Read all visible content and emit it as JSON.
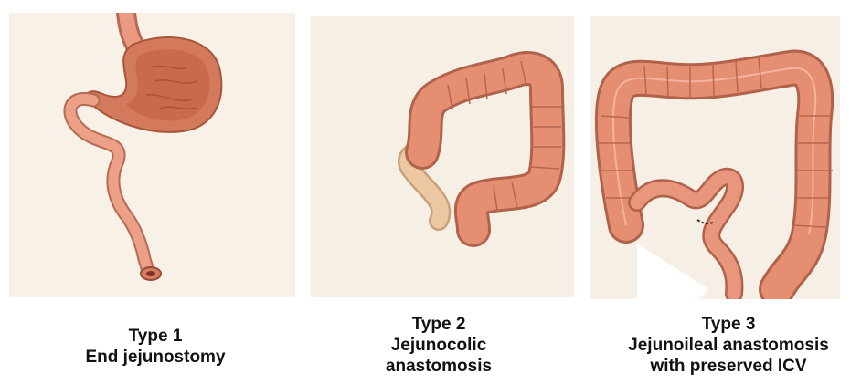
{
  "figure": {
    "panels": [
      {
        "type_label": "Type 1",
        "name_lines": [
          "End jejunostomy"
        ]
      },
      {
        "type_label": "Type 2",
        "name_lines": [
          "Jejunocolic",
          "anastomosis"
        ]
      },
      {
        "type_label": "Type 3",
        "name_lines": [
          "Jejunoileal anastomosis",
          "with preserved ICV"
        ]
      }
    ]
  },
  "colors": {
    "background": "#f7f1e8",
    "bowel": "#e8937a",
    "bowel_dark": "#b85f46",
    "stomach": "#d47a5c",
    "ileum_pale": "#e8c39a",
    "text": "#111111"
  }
}
